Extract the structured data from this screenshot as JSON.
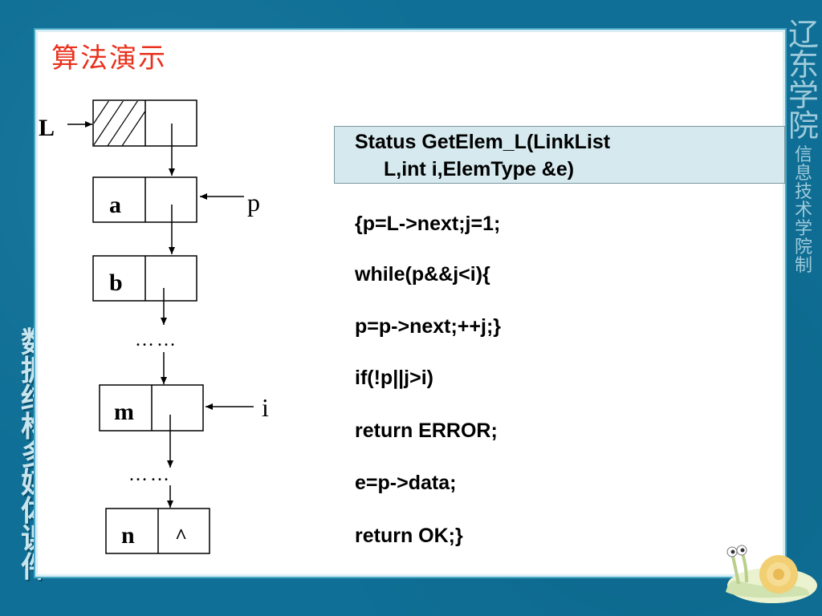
{
  "slide": {
    "title": "算法演示"
  },
  "side_left": {
    "chars": [
      "数",
      "据",
      "结",
      "构",
      "多",
      "媒",
      "体",
      "课",
      "件"
    ]
  },
  "side_right": {
    "big": [
      "辽",
      "东",
      "学",
      "院"
    ],
    "small": [
      "信",
      "息",
      "技",
      "术",
      "学",
      "院",
      "制"
    ]
  },
  "diagram": {
    "head_label": "L",
    "nodes": [
      {
        "id": "head",
        "data": ""
      },
      {
        "id": "a",
        "data": "a"
      },
      {
        "id": "b",
        "data": "b"
      },
      {
        "id": "m",
        "data": "m"
      },
      {
        "id": "n",
        "data": "n",
        "next": "^"
      }
    ],
    "ellipsis": "……",
    "pointer_p": "p",
    "pointer_i": "i"
  },
  "code": {
    "header_line1": "Status GetElem_L(LinkList",
    "header_line2": "L,int i,ElemType &e)",
    "lines": [
      "{p=L->next;j=1;",
      "while(p&&j<i){",
      "p=p->next;++j;}",
      "if(!p||j>i)",
      "return ERROR;",
      "e=p->data;",
      "return OK;}"
    ]
  },
  "colors": {
    "background": "#0f6f96",
    "title": "#e8321e",
    "header_box": "#d5e9ee"
  }
}
